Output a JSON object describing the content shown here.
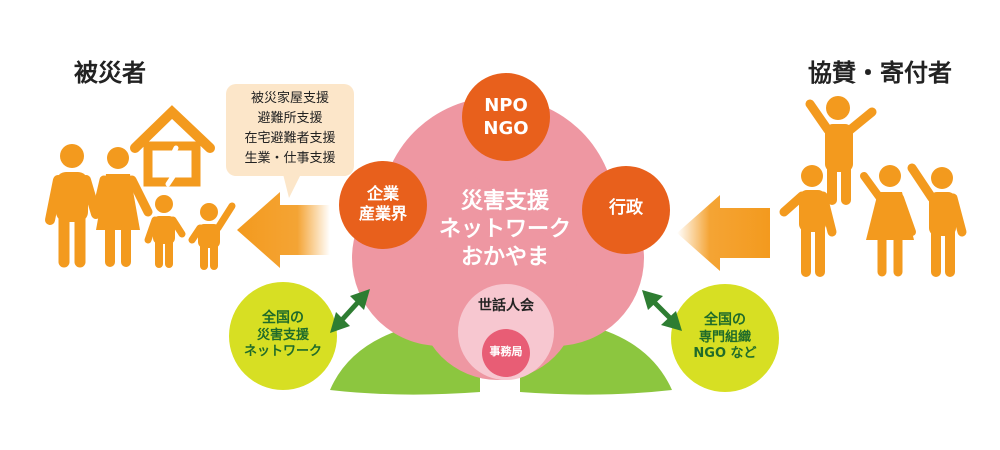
{
  "headings": {
    "victims": "被災者",
    "supporters": "協賛・寄付者"
  },
  "support_bubble": {
    "lines": [
      "被災家屋支援",
      "避難所支援",
      "在宅避難者支援",
      "生業・仕事支援"
    ]
  },
  "center": {
    "title_lines": [
      "災害支援",
      "ネットワーク",
      "おかやま"
    ],
    "inner_label": "世話人会",
    "core_label": "事務局"
  },
  "petals": {
    "npo": [
      "NPO",
      "NGO"
    ],
    "business": [
      "企業",
      "産業界"
    ],
    "government": [
      "行政"
    ]
  },
  "partners": {
    "left": [
      "全国の",
      "災害支援",
      "ネットワーク"
    ],
    "right": [
      "全国の",
      "専門組織",
      "NGO など"
    ]
  },
  "colors": {
    "orange": "#F39A1E",
    "pink_flower": "#EE97A2",
    "red_orange": "#E8601C",
    "leaf_green": "#8CC63F",
    "lime": "#D7DF23",
    "dark_green": "#2E7D32",
    "bubble": "#FCE6C9"
  }
}
